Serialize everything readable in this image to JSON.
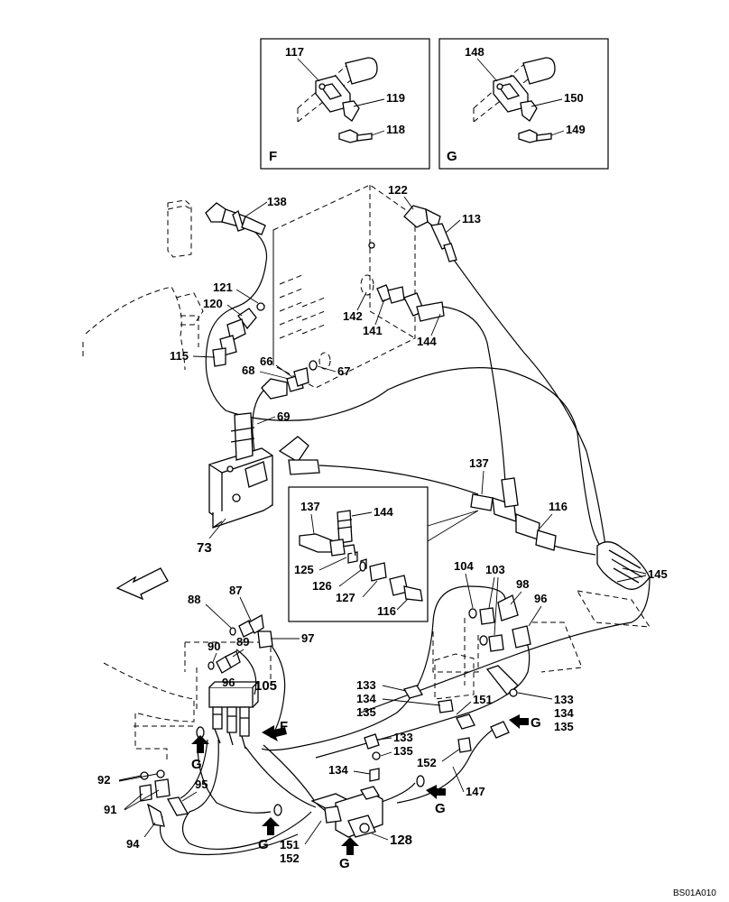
{
  "detail_boxes": [
    {
      "letter": "F",
      "labels": [
        "117",
        "119",
        "118"
      ]
    },
    {
      "letter": "G",
      "labels": [
        "148",
        "150",
        "149"
      ]
    }
  ],
  "labels": {
    "p138": "138",
    "p122": "122",
    "p113": "113",
    "p121": "121",
    "p120": "120",
    "p115": "115",
    "p142": "142",
    "p141": "141",
    "p144": "144",
    "p66": "66",
    "p68": "68",
    "p67": "67",
    "p69": "69",
    "p73": "73",
    "p137": "137",
    "p116": "116",
    "p145": "145",
    "p104": "104",
    "p103": "103",
    "p98": "98",
    "p96a": "96",
    "p88": "88",
    "p87": "87",
    "p97": "97",
    "p90": "90",
    "p89": "89",
    "p96b": "96",
    "p105": "105",
    "p133a": "133",
    "p134a": "134",
    "p135a": "135",
    "p151a": "151",
    "p133b": "133",
    "p134b": "134",
    "p135b": "135",
    "p133c": "133",
    "p135c": "135",
    "p134c": "134",
    "p152a": "152",
    "p147": "147",
    "p92": "92",
    "p91": "91",
    "p95": "95",
    "p94": "94",
    "p151b": "151",
    "p152b": "152",
    "p128": "128"
  },
  "inset_labels": {
    "i137": "137",
    "i144": "144",
    "i125": "125",
    "i126": "126",
    "i127": "127",
    "i116": "116"
  },
  "view_markers": {
    "f": "F",
    "g1": "G",
    "g2": "G",
    "g3": "G",
    "g4": "G",
    "g5": "G"
  },
  "drawing_code": "BS01A010"
}
